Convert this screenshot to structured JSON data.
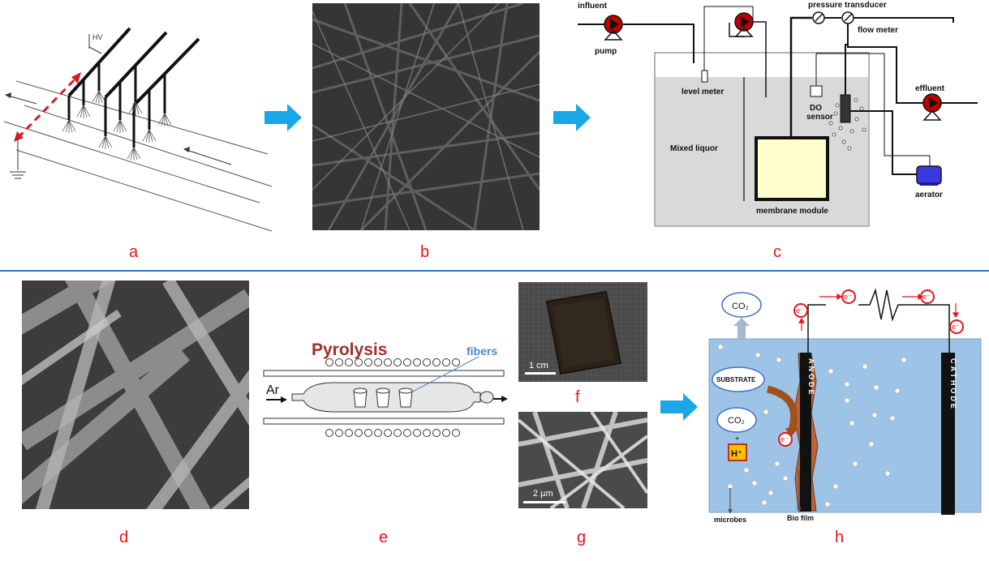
{
  "panels": {
    "a": {
      "letter": "a",
      "hv_label": "HV"
    },
    "b": {
      "letter": "b"
    },
    "c": {
      "letter": "c",
      "influent": "influent",
      "pump": "pump",
      "pressure_transducer": "pressure transducer",
      "flow_meter": "flow meter",
      "level_meter": "level meter",
      "effluent": "effluent",
      "do_sensor_1": "DO",
      "do_sensor_2": "sensor",
      "mixed_liquor": "Mixed liquor",
      "aerator": "aerator",
      "membrane_module": "membrane module"
    },
    "d": {
      "letter": "d"
    },
    "e": {
      "letter": "e",
      "title": "Pyrolysis",
      "fibers": "fibers",
      "ar": "Ar"
    },
    "f": {
      "letter": "f",
      "scale": "1 cm"
    },
    "g": {
      "letter": "g",
      "scale": "2 µm"
    },
    "h": {
      "letter": "h",
      "co2_top": "CO₂",
      "substrate": "SUBSTRATE",
      "co2_mid": "CO₂",
      "plus": "+",
      "h_plus": "H⁺",
      "anode": "ANODE",
      "cathode": "CATHODE",
      "electron": "e⁻",
      "microbes": "microbes",
      "biofilm": "Bio film"
    }
  },
  "colors": {
    "accent_red": "#e8141b",
    "divider_blue": "#2e75b6",
    "arrow_cyan": "#1aa7e8",
    "pyrolysis_red": "#a0302a",
    "fibers_blue": "#4a86c5",
    "mfc_blue": "#9dc3e6"
  }
}
